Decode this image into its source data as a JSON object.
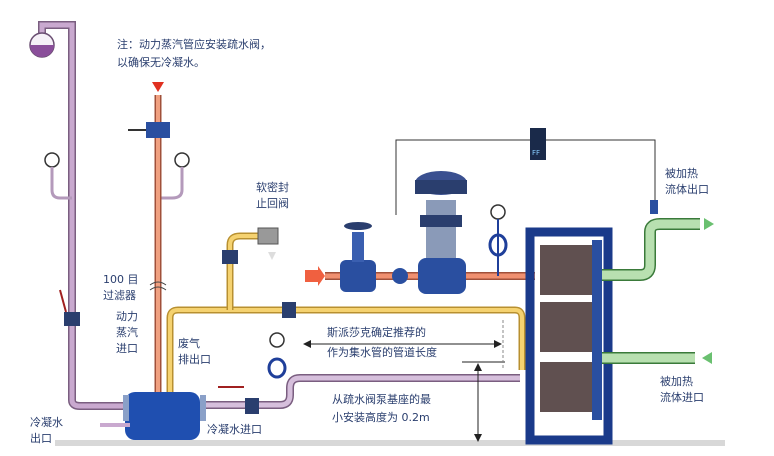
{
  "notes": {
    "top_note_line1": "注：动力蒸汽管应安装疏水阀，",
    "top_note_line2": "以确保无冷凝水。",
    "soft_seal_line1": "软密封",
    "soft_seal_line2": "止回阀",
    "filter_line1": "100 目",
    "filter_line2": "过滤器",
    "steam_in_line1": "动力",
    "steam_in_line2": "蒸汽",
    "steam_in_line3": "进口",
    "exhaust_line1": "废气",
    "exhaust_line2": "排出口",
    "condensate_out_line1": "冷凝水",
    "condensate_out_line2": "出口",
    "condensate_in": "冷凝水进口",
    "spirax_line1": "斯派莎克确定推荐的",
    "spirax_line2": "作为集水管的管道长度",
    "height_line1": "从疏水阀泵基座的最",
    "height_line2": "小安装高度为   0.2m",
    "heated_out_line1": "被加热",
    "heated_out_line2": "流体出口",
    "heated_in_line1": "被加热",
    "heated_in_line2": "流体进口",
    "controller_text": "FF"
  },
  "colors": {
    "condensate_pipe": "#c9a9cf",
    "steam_pipe": "#e07a55",
    "exhaust_pipe": "#f0c860",
    "heated_fluid_pipe": "#a8d8a0",
    "equipment": "#1f3f9a",
    "label_text": "#2a3e6e"
  }
}
